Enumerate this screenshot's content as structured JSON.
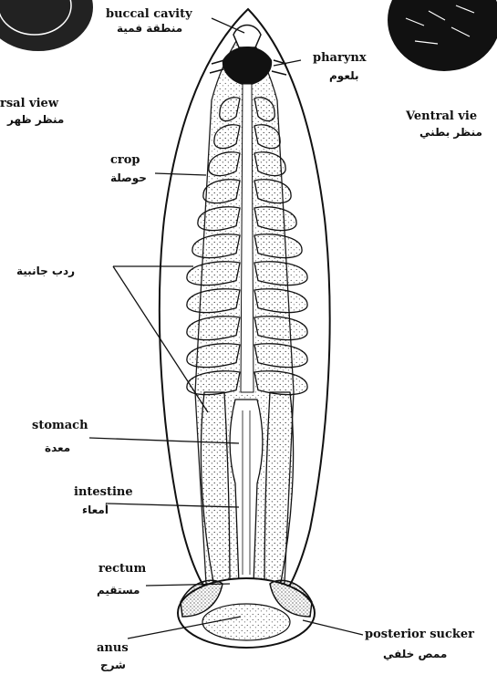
{
  "labels": {
    "buccal_cavity": "buccal cavity",
    "buccal_cavity_ar": "منطقة فمية",
    "pharynx": "pharynx",
    "pharynx_ar": "بلعوم",
    "dorsal_view": "rsal view",
    "dorsal_view_ar": "منظر ظهر",
    "ventral_view": "Ventral vie",
    "ventral_view_ar": "منظر بطني",
    "crop": "crop",
    "crop_ar": "حوصلة",
    "lateral_caeca_ar": "ردب جانبية",
    "stomach": "stomach",
    "stomach_ar": "معدة",
    "intestine": "intestine",
    "intestine_ar": "أمعاء",
    "rectum": "rectum",
    "rectum_ar": "مستقيم",
    "posterior_sucker": "posterior sucker",
    "posterior_sucker_ar": "ممص خلفي",
    "anus": "anus",
    "anus_ar": "شرج"
  },
  "colors": {
    "ink": "#111111",
    "paper": "#ffffff"
  }
}
